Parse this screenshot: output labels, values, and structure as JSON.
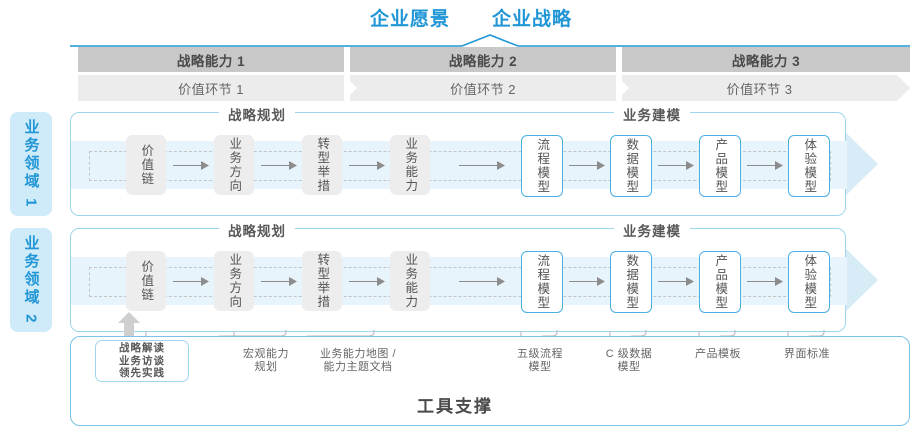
{
  "header": {
    "vision_title": "企业愿景",
    "strategy_title": "企业战略",
    "accent_color": "#2196d6"
  },
  "capability_bands": [
    {
      "label": "战略能力 1"
    },
    {
      "label": "战略能力 2"
    },
    {
      "label": "战略能力 3"
    }
  ],
  "value_chain_bands": [
    {
      "label": "价值环节 1"
    },
    {
      "label": "价值环节 2"
    },
    {
      "label": "价值环节 3"
    }
  ],
  "domains": [
    {
      "label": "业务领域 1"
    },
    {
      "label": "业务领域 2"
    }
  ],
  "rows": [
    {
      "section_left": "战略规划",
      "section_right": "业务建模",
      "nodes": [
        {
          "label": "价值链",
          "style": "gray"
        },
        {
          "label": "业务方向",
          "style": "gray"
        },
        {
          "label": "转型举措",
          "style": "gray"
        },
        {
          "label": "业务能力",
          "style": "gray"
        },
        {
          "label": "流程模型",
          "style": "blue"
        },
        {
          "label": "数据模型",
          "style": "blue"
        },
        {
          "label": "产品模型",
          "style": "blue"
        },
        {
          "label": "体验模型",
          "style": "blue"
        }
      ]
    },
    {
      "section_left": "战略规划",
      "section_right": "业务建模",
      "nodes": [
        {
          "label": "价值链",
          "style": "gray"
        },
        {
          "label": "业务方向",
          "style": "gray"
        },
        {
          "label": "转型举措",
          "style": "gray"
        },
        {
          "label": "业务能力",
          "style": "gray"
        },
        {
          "label": "流程模型",
          "style": "blue"
        },
        {
          "label": "数据模型",
          "style": "blue"
        },
        {
          "label": "产品模型",
          "style": "blue"
        },
        {
          "label": "体验模型",
          "style": "blue"
        }
      ]
    }
  ],
  "support": {
    "title": "工具支撑",
    "tool_box": [
      "战略解读",
      "业务访谈",
      "领先实践"
    ],
    "labels": [
      {
        "line1": "宏观能力",
        "line2": "规划"
      },
      {
        "line1": "业务能力地图 /",
        "line2": "能力主题文档"
      },
      {
        "line1": "五级流程",
        "line2": "模型"
      },
      {
        "line1": "C 级数据",
        "line2": "模型"
      },
      {
        "line1": "产品模板",
        "line2": ""
      },
      {
        "line1": "界面标准",
        "line2": ""
      }
    ]
  }
}
